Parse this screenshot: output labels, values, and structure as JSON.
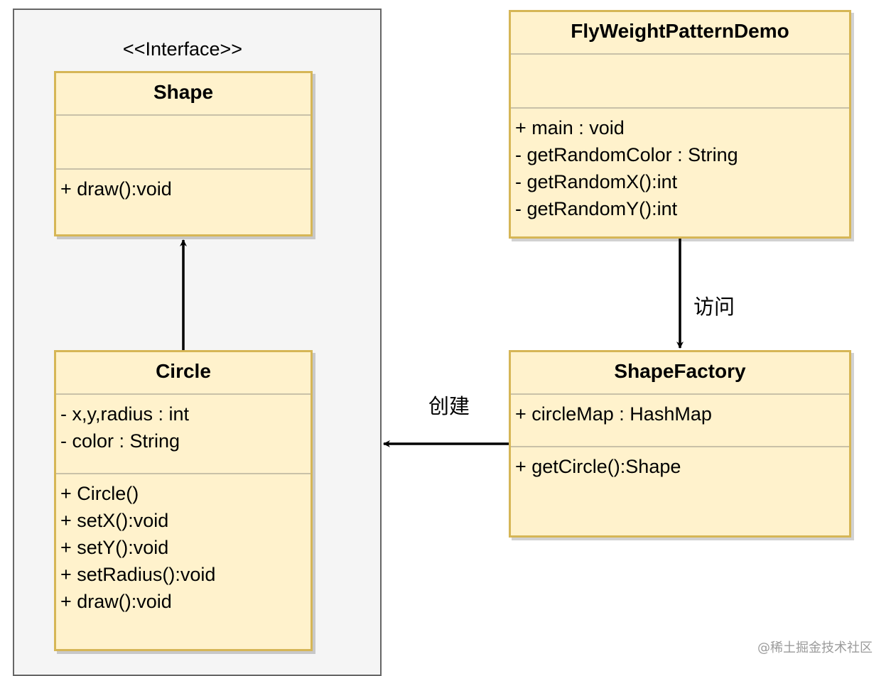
{
  "interface_stereotype": "<<Interface>>",
  "classes": {
    "shape": {
      "name": "Shape",
      "attributes": [],
      "methods": [
        "+ draw():void"
      ]
    },
    "circle": {
      "name": "Circle",
      "attributes": [
        "- x,y,radius : int",
        "- color : String"
      ],
      "methods": [
        "+ Circle()",
        "+ setX():void",
        "+ setY():void",
        "+ setRadius():void",
        "+ draw():void"
      ]
    },
    "demo": {
      "name": "FlyWeightPatternDemo",
      "attributes": [],
      "methods": [
        "+ main : void",
        "- getRandomColor : String",
        "- getRandomX():int",
        "- getRandomY():int"
      ]
    },
    "factory": {
      "name": "ShapeFactory",
      "attributes": [
        "+ circleMap : HashMap"
      ],
      "methods": [
        "+ getCircle():Shape"
      ]
    }
  },
  "edges": {
    "access_label": "访问",
    "create_label": "创建"
  },
  "watermark": "@稀土掘金技术社区",
  "colors": {
    "class_fill": "#fff2cc",
    "class_border": "#d6b656",
    "group_fill": "#f5f5f5",
    "group_border": "#666666"
  }
}
